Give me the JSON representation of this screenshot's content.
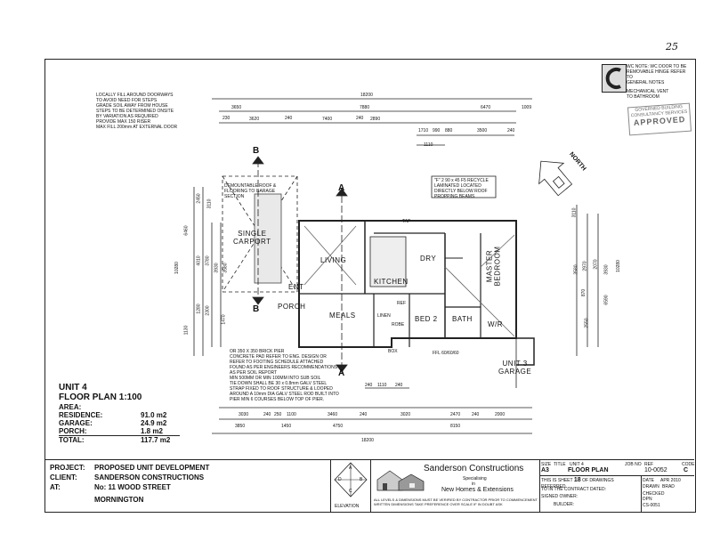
{
  "page_number": "25",
  "stamp": {
    "note_line1": "WC NOTE: WC DOOR TO BE",
    "note_line2": "REMOVABLE HINGE REFER TO",
    "note_line3": "GENERAL NOTES",
    "note_line4": "MECHANICAL VENT",
    "note_line5": "TO BATHROOM",
    "approved_line1": "GOVERNED BUILDING",
    "approved_line2": "CONSULTANCY SERVICES",
    "approved_big": "APPROVED"
  },
  "notes_top_left": [
    "LOCALLY FILL AROUND DOORWAYS",
    "TO AVOID NEED FOR STEPS",
    "GRADE SOIL AWAY FROM HOUSE",
    "STEPS TO BE DETERMINED ONSITE",
    "BY VARIATION AS REQUIRED",
    "PROVIDE MAX 150 RISER",
    "MAX FILL 200mm AT EXTERNAL DOOR"
  ],
  "dims_top": {
    "overall": "18200",
    "row1": [
      "3650",
      "7880",
      "6470",
      "1009"
    ],
    "row2": [
      "230",
      "3620",
      "240",
      "7400",
      "240",
      "2890"
    ],
    "row3": [
      "1710",
      "990",
      "880",
      "3500",
      "240"
    ],
    "row4": "1110"
  },
  "dims_bottom": {
    "overall": "18200",
    "row0": [
      "240",
      "1110",
      "240"
    ],
    "row1": [
      "3030",
      "240",
      "250",
      "1100",
      "3460",
      "240",
      "3020",
      "2470",
      "240",
      "2000"
    ],
    "row2": [
      "3850",
      "1450",
      "4750",
      "8150"
    ]
  },
  "dims_left": [
    "6460",
    "2450",
    "3110",
    "4010",
    "3780",
    "3930",
    "3580",
    "10280",
    "2300",
    "1280",
    "1130",
    "1470"
  ],
  "dims_right": [
    "3110",
    "3580",
    "2970",
    "2070",
    "3930",
    "6590",
    "10280",
    "2550",
    "870"
  ],
  "section_marks": {
    "a": "A",
    "b": "B"
  },
  "north": "NORTH",
  "rooms": {
    "carport_1": "SINGLE",
    "carport_2": "CARPORT",
    "living": "LIVING",
    "kitchen": "KITCHEN",
    "meals": "MEALS",
    "porch": "PORCH",
    "ent": "ENT",
    "bed2": "BED 2",
    "bath": "BATH",
    "wir": "W/R",
    "master_1": "MASTER",
    "master_2": "BEDROOM",
    "dry": "DRY",
    "linen": "LINEN",
    "robe": "ROBE",
    "ref": "REF",
    "garage_1": "UNIT 3",
    "garage_2": "GARAGE",
    "tap": "TAP",
    "box": "BOX"
  },
  "carport_note": "DEMOUNTABLE ROOF & FLOORING TO GARAGE SECTION",
  "beam_note": "\"F\" 2 90 x 45 F5 RECYCLE LAMINATED LOCATED DIRECTLY BELOW ROOF PROPPING BEAMS",
  "ffl_label": "FFL 60/60/60",
  "pier_notes": [
    "OR 350 X 350 BRICK PIER",
    "CONCRETE PAD REFER TO ENG. DESIGN OR",
    "REFER TO FOOTING SCHEDULE ATTACHED",
    "FOUND AS PER ENGINEERS RECOMMENDATIONS",
    "AS PER SOIL REPORT",
    "MIN 500MM OR MIN 100MM INTO SUB SOIL",
    "TIE DOWN SHALL BE 30 x 0.8mm GALV STEEL",
    "STRAP FIXED TO ROOF STRUCTURE & LOOPED",
    "AROUND A 10mm DIA GALV STEEL ROD BUILT INTO",
    "PIER MIN 6 COURSES BELOW TOP OF PIER."
  ],
  "unit": {
    "name": "UNIT 4",
    "plan": "FLOOR PLAN 1:100",
    "area_label": "AREA:",
    "rows": [
      {
        "label": "RESIDENCE:",
        "value": "91.0 m2"
      },
      {
        "label": "GARAGE:",
        "value": "24.9 m2"
      },
      {
        "label": "PORCH:",
        "value": "1.8 m2"
      },
      {
        "label": "TOTAL:",
        "value": "117.7 m2"
      }
    ]
  },
  "title_block": {
    "project_label": "PROJECT:",
    "project_value": "PROPOSED UNIT DEVELOPMENT",
    "client_label": "CLIENT:",
    "client_value": "SANDERSON CONSTRUCTIONS",
    "at_label": "AT:",
    "at_value_1": "No: 11 WOOD STREET",
    "at_value_2": "MORNINGTON",
    "elevation": "ELEVATION",
    "compass": [
      "A",
      "B",
      "C",
      "D"
    ],
    "company": "Sanderson Constructions",
    "specialising": "Specialising",
    "in": "in",
    "specialty": "New Homes & Extensions",
    "disclaimer": "ALL LEVELS & DIMENSIONS MUST BE VERIFIED BY CONTRACTOR PRIOR TO COMMENCEMENT WRITTEN DIMENSIONS TAKE PREFERENCE OVER SCALE  IF IN DOUBT ASK",
    "size_label": "SIZE",
    "size_value": "A3",
    "title_label": "TITLE",
    "title_value_1": "UNIT 4",
    "title_value_2": "FLOOR PLAN",
    "jobno_label": "JOB NO",
    "ref_label": "REF",
    "ref_value": "10-0052",
    "cc_label": "CODE",
    "cc_value": "C",
    "sheet_text_1": "THIS IS SHEET",
    "sheet_number": "18",
    "sheet_text_2": "OF DRAWINGS REFERRED",
    "sheet_text_3": "TO IN THE CONTRACT DATED:",
    "signed_owner": "SIGNED OWNER:",
    "builder": "BUILDER:",
    "date_label": "DATE",
    "date_value": "APR 2010",
    "drawn_label": "DRAWN",
    "drawn_value": "BRAD",
    "checked_label": "CHECKED",
    "checked_value": "DPN",
    "scale_code": "CS-0051"
  }
}
